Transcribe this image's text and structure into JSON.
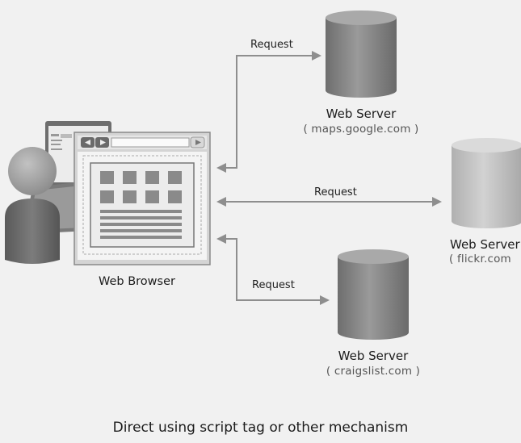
{
  "colors": {
    "background": "#f1f1f1",
    "server_dark": "#8c8c8c",
    "server_light": "#c4c4c4",
    "arrow": "#8e8e8e",
    "person": "#8a8a8a"
  },
  "icons": {
    "person": "user-icon",
    "computer": "monitor-icon",
    "browser": "browser-window-icon",
    "server": "database-cylinder-icon"
  },
  "browser": {
    "label": "Web Browser"
  },
  "servers": [
    {
      "name": "Web Server",
      "host": "( maps.google.com )",
      "request_label": "Request"
    },
    {
      "name": "Web Server",
      "host": "( flickr.com",
      "request_label": "Request"
    },
    {
      "name": "Web Server",
      "host": "( craigslist.com )",
      "request_label": "Request"
    }
  ],
  "caption": "Direct using script tag or other mechanism"
}
